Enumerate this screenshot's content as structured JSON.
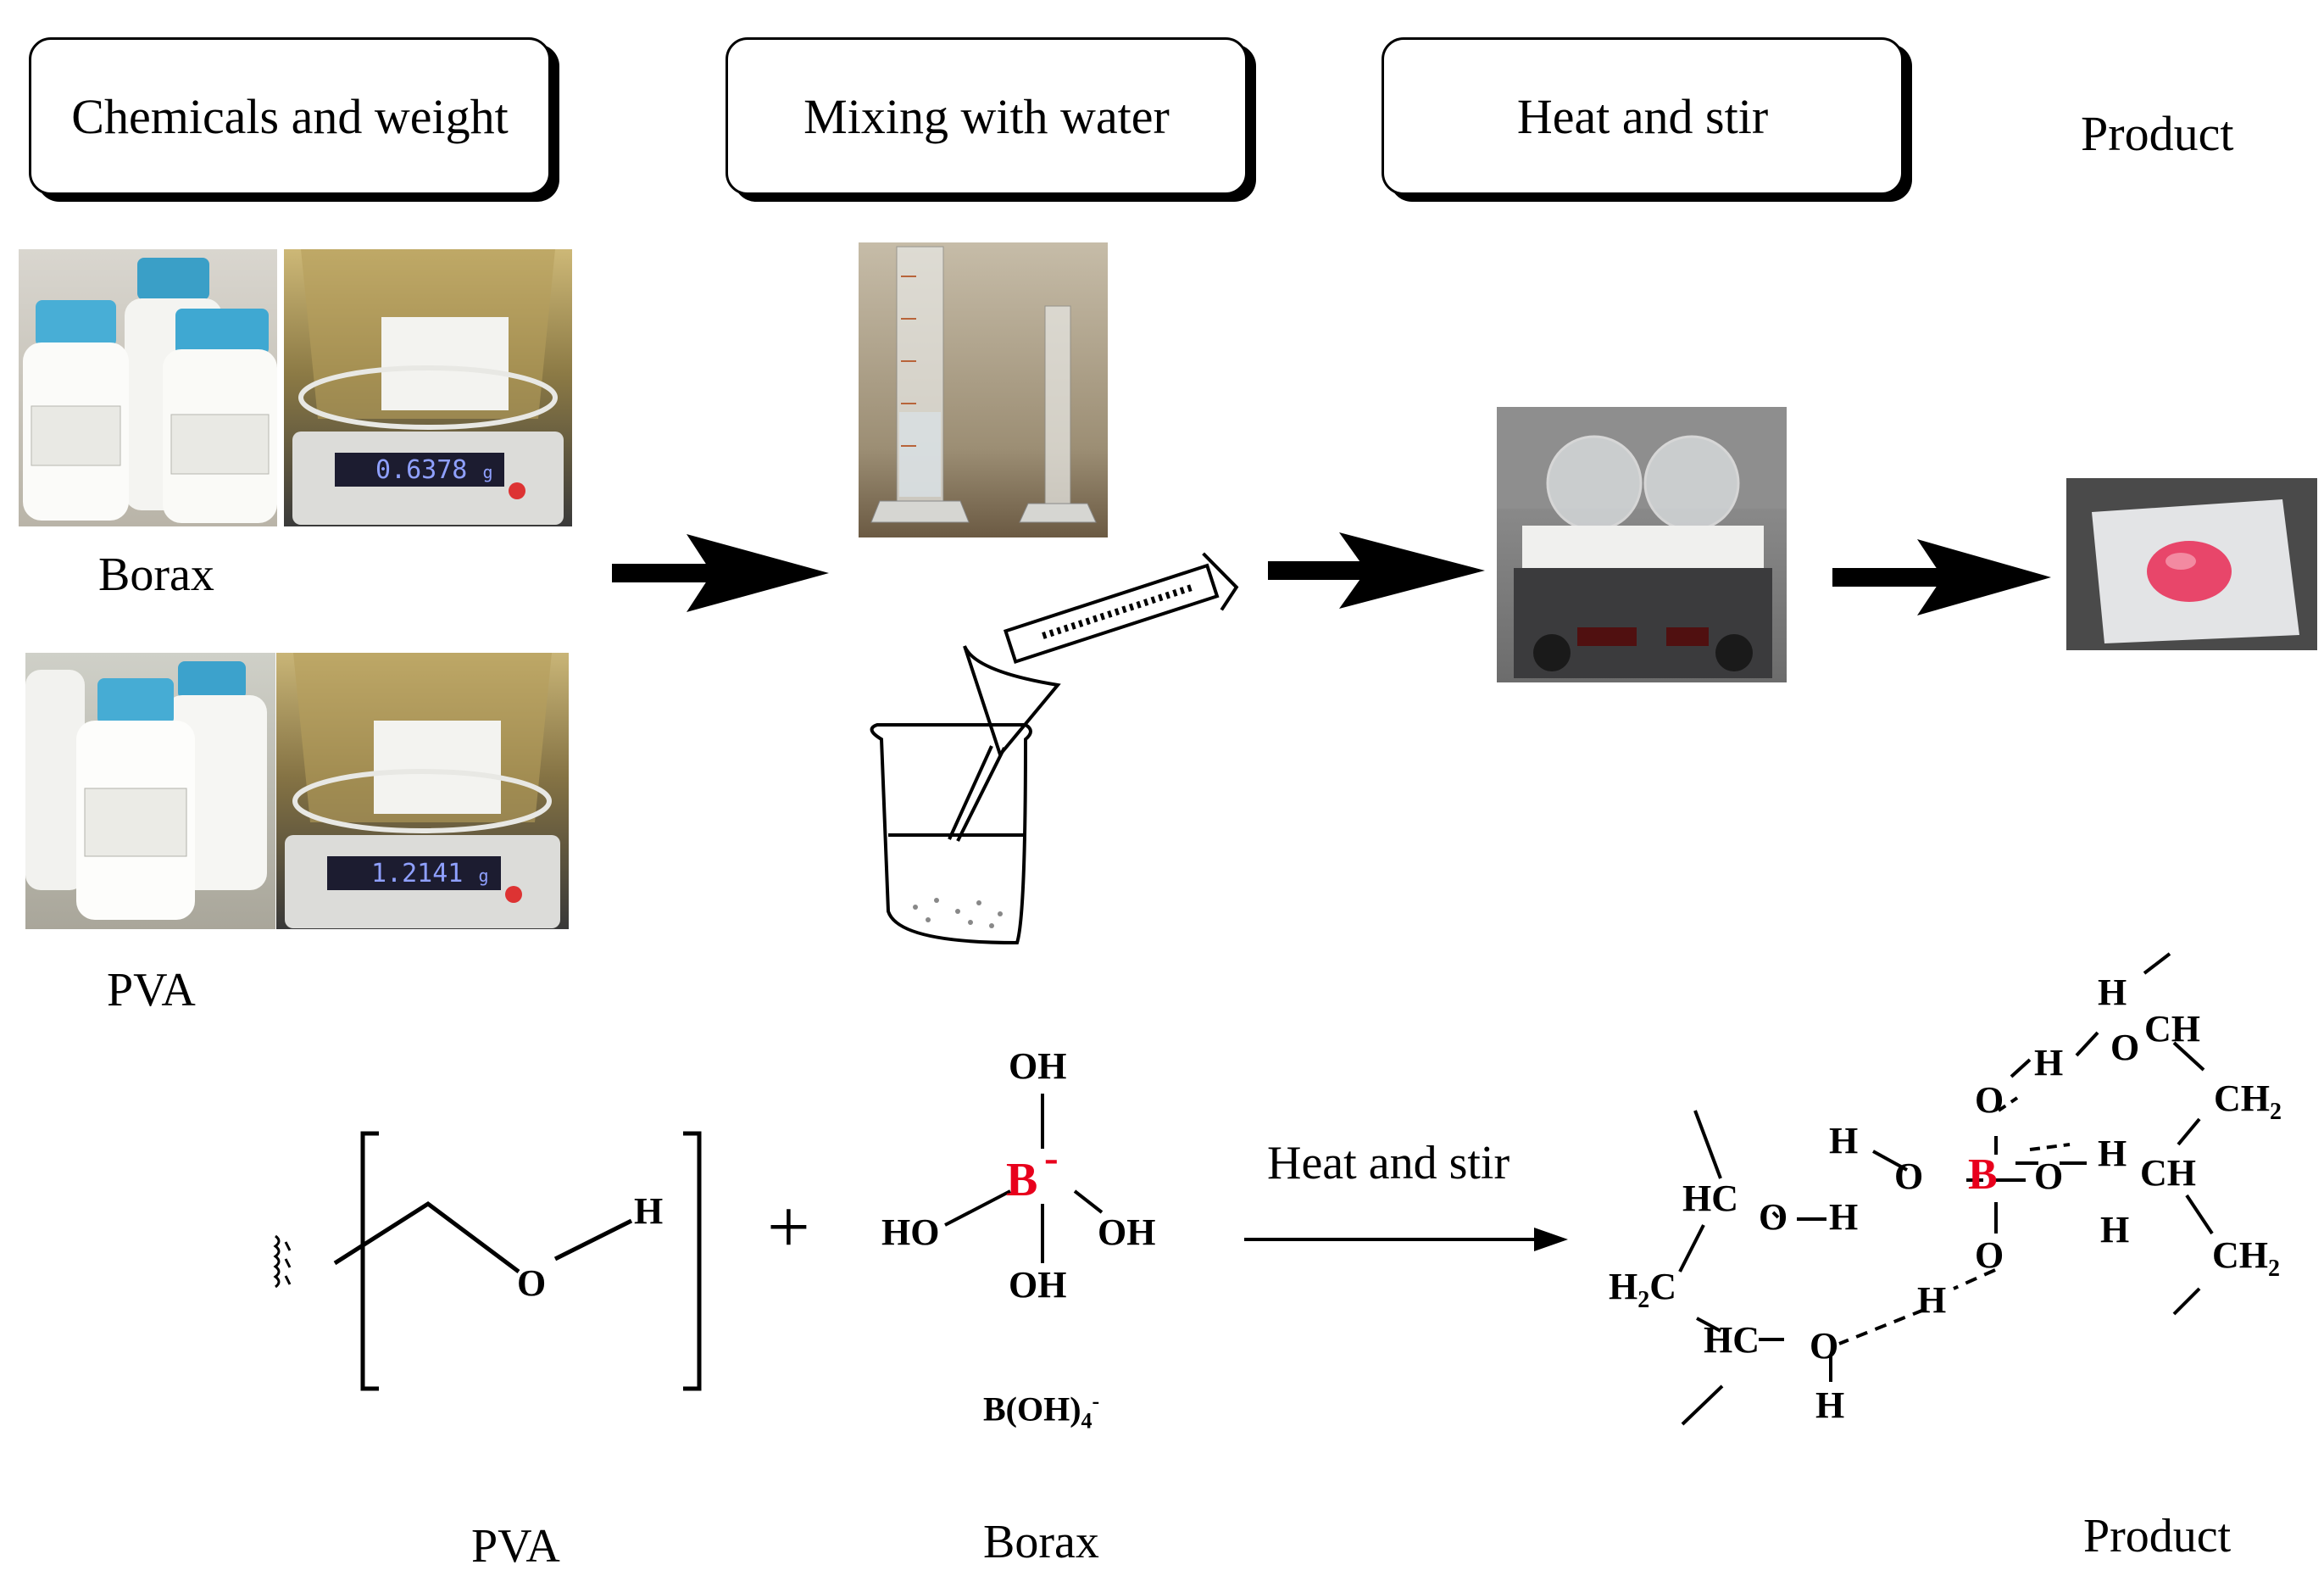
{
  "steps": [
    {
      "label": "Chemicals and weight"
    },
    {
      "label": "Mixing with water"
    },
    {
      "label": "Heat and stir"
    },
    {
      "label": "Product"
    }
  ],
  "photos": {
    "borax_label": "Borax",
    "pva_label": "PVA",
    "borax_scale_reading": "0.6378",
    "pva_scale_reading": "1.2141",
    "scale_unit": "g"
  },
  "reaction": {
    "pva_label": "PVA",
    "borax_label": "Borax",
    "product_label": "Product",
    "arrow_label": "Heat and stir",
    "plus": "+",
    "pva_atoms": {
      "o": "O",
      "h": "H"
    },
    "borax_atoms": {
      "top": "OH",
      "left": "HO",
      "right": "OH",
      "bottom": "OH",
      "center": "B",
      "charge": "-"
    },
    "borax_formula": {
      "main": "B(OH)",
      "sub": "4",
      "sup": "-"
    },
    "product_atoms": {
      "h": "H",
      "o": "O",
      "b": "B",
      "ch": "CH",
      "hc": "HC",
      "ch2_main": "CH",
      "ch2_sub": "2",
      "h2c_h": "H",
      "h2c_c": "C",
      "h2c_sub": "2"
    }
  },
  "colors": {
    "accent_red": "#e8001c",
    "gel_pink": "#e8466a",
    "metal": "#c9b15a"
  }
}
